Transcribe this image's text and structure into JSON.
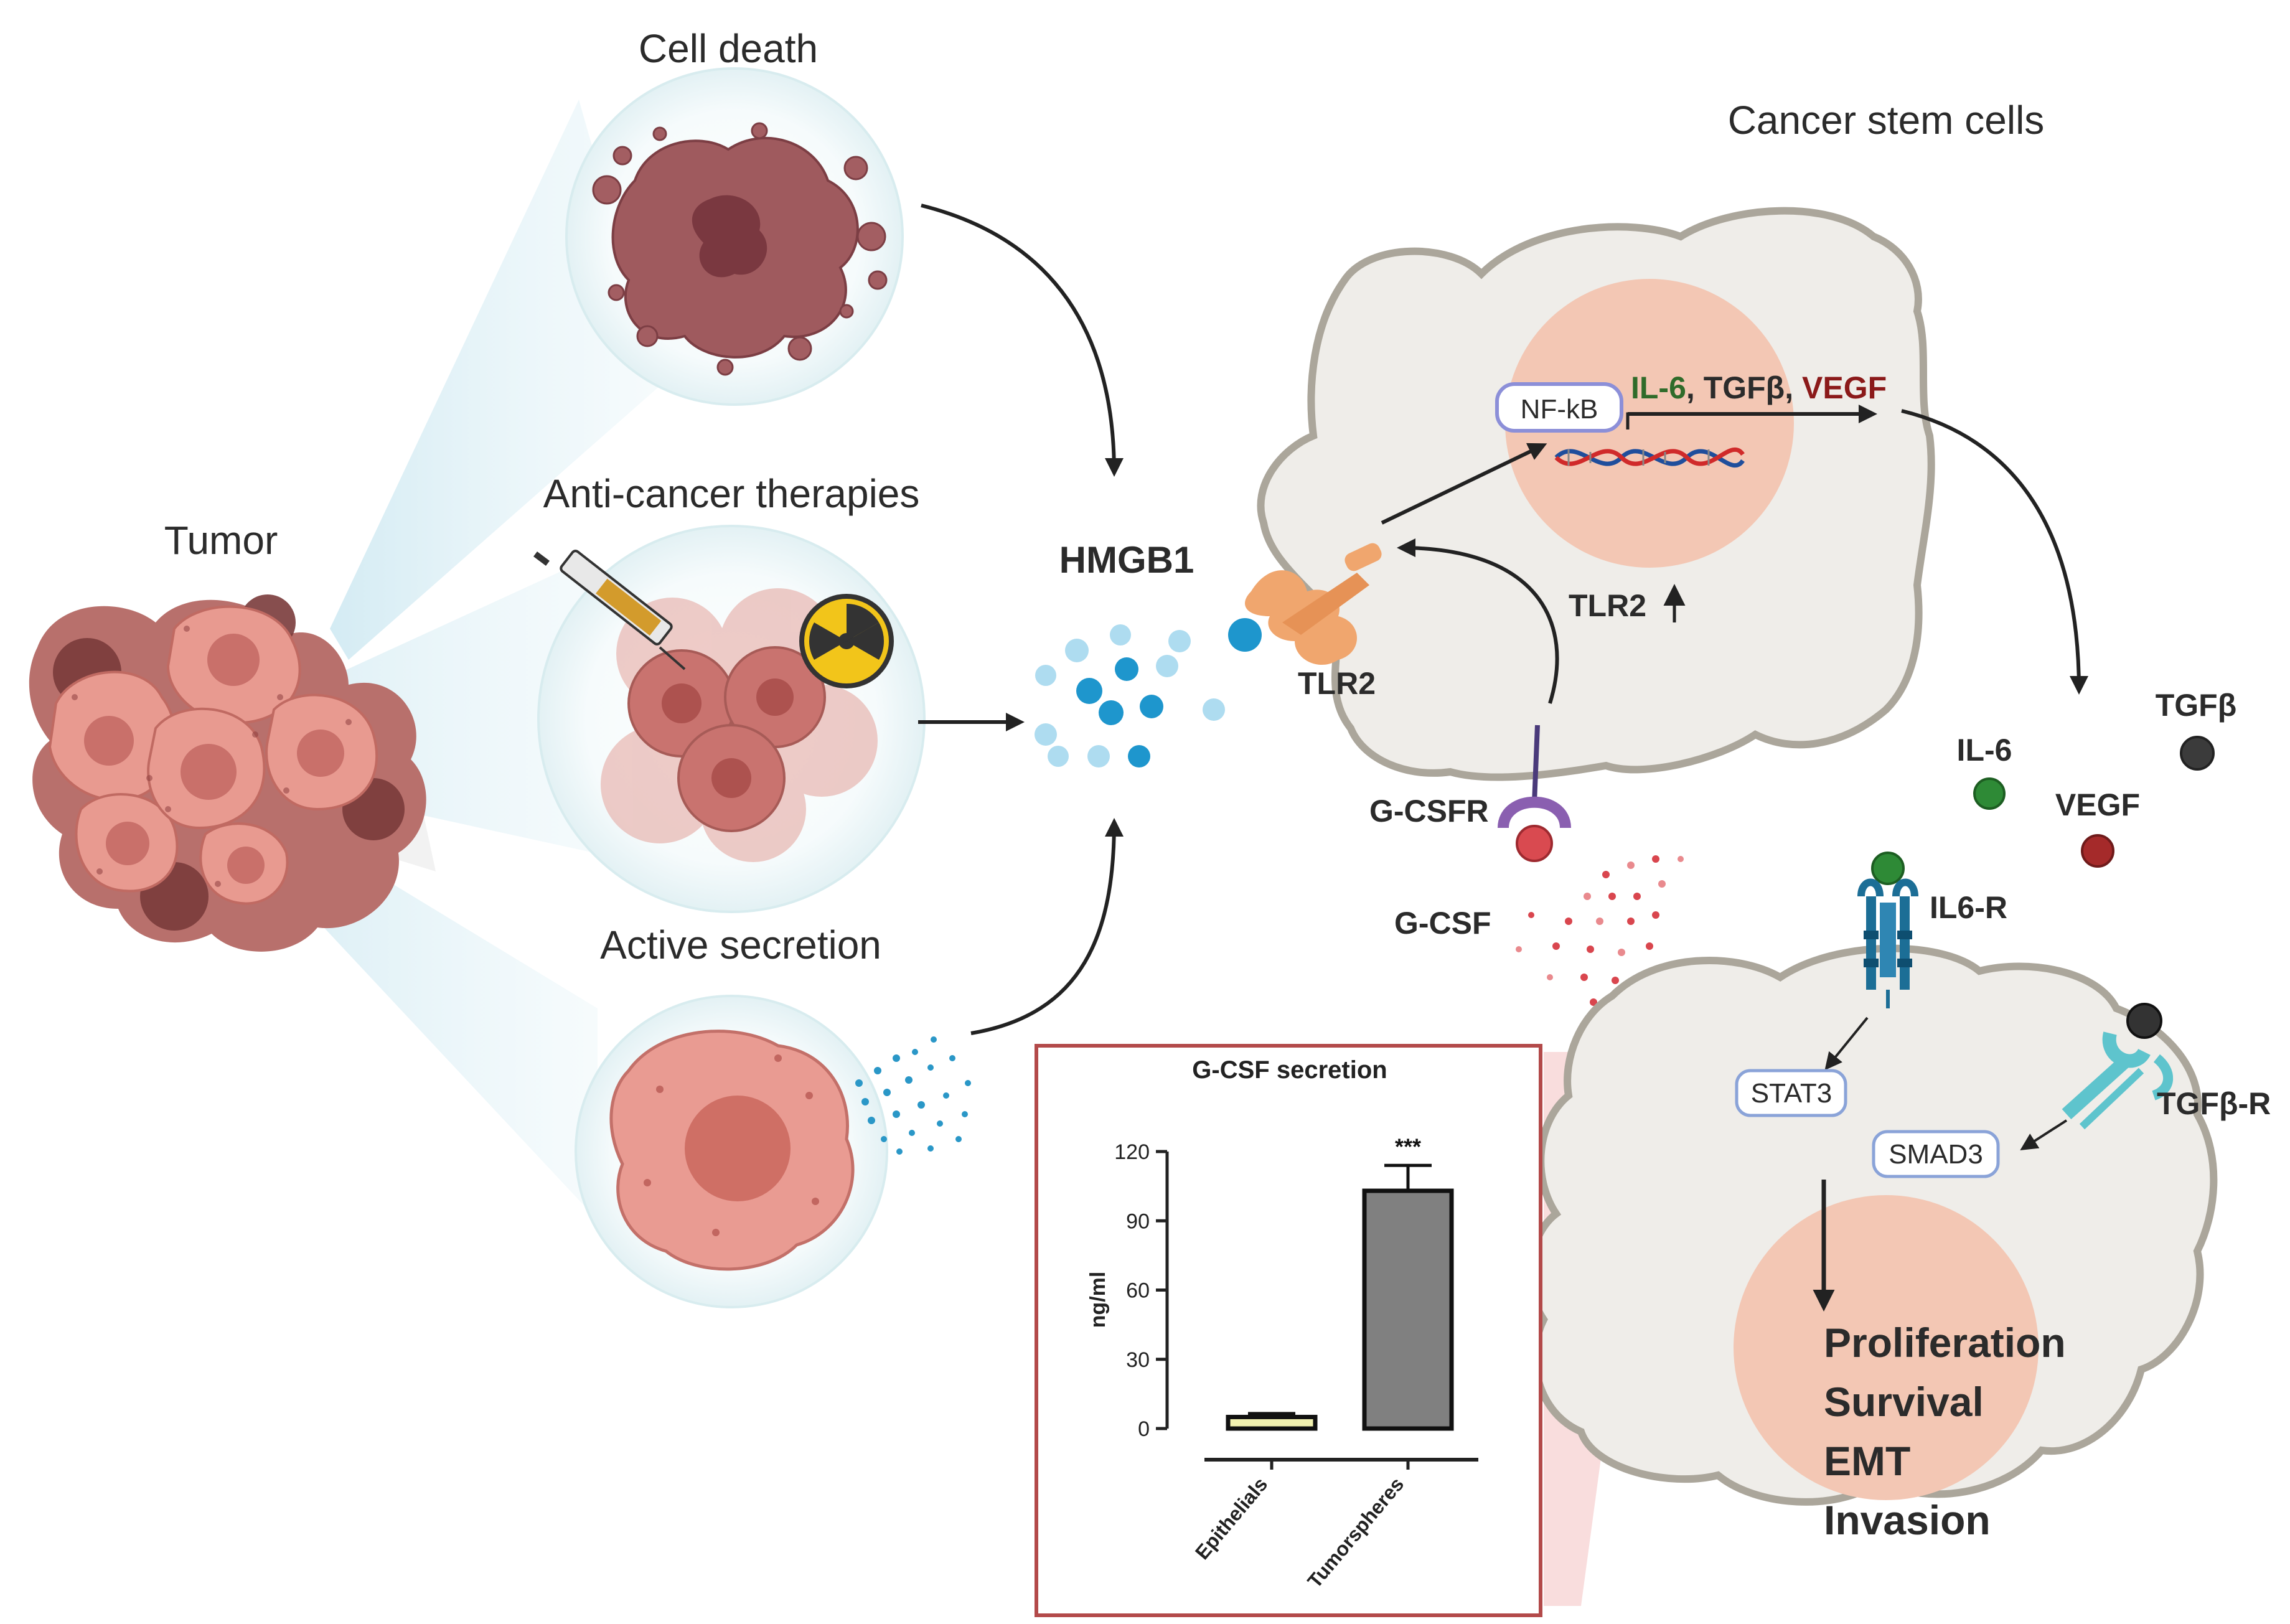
{
  "labels": {
    "tumor": "Tumor",
    "cell_death": "Cell death",
    "anti_cancer": "Anti-cancer therapies",
    "active_secretion": "Active secretion",
    "hmgb1": "HMGB1",
    "tlr2": "TLR2",
    "tlr2_up": "TLR2",
    "cancer_stem_cells": "Cancer stem cells",
    "nfkb": "NF-kB",
    "gcsfr": "G-CSFR",
    "gcsf": "G-CSF",
    "il6r": "IL6-R",
    "tgfb_r": "TGFβ-R",
    "stat3": "STAT3",
    "smad3": "SMAD3"
  },
  "transcripts": {
    "il6": "IL-6",
    "sep1": ", ",
    "tgfb": "TGFβ",
    "sep2": ", ",
    "vegf": "VEGF"
  },
  "secreted": {
    "il6": "IL-6",
    "vegf": "VEGF",
    "tgfb": "TGFβ"
  },
  "outcomes": [
    "Proliferation",
    "Survival",
    "EMT",
    "Invasion"
  ],
  "colors": {
    "il6": "#2f6b2a",
    "vegf": "#8b1a1a",
    "hmgb1_dot": "#29a0d6",
    "gcsf_dot": "#d9464e",
    "nucleus": "#f2c6b2",
    "cell_fill": "#efedea",
    "cell_stroke": "#aaa69b",
    "tumor_bar": "#808080",
    "epithelial_bar": "#f2f2b0",
    "inset_border": "#b34a4a"
  },
  "chart_data": {
    "type": "bar",
    "title": "G-CSF secretion",
    "ylabel": "ng/ml",
    "xlabel": "",
    "categories": [
      "Epithelials",
      "Tumorspheres"
    ],
    "values": [
      5,
      103
    ],
    "errors": [
      1.5,
      11
    ],
    "ylim": [
      0,
      120
    ],
    "yticks": [
      "0",
      "30",
      "60",
      "90",
      "120"
    ],
    "significance": "***",
    "grid": false
  }
}
